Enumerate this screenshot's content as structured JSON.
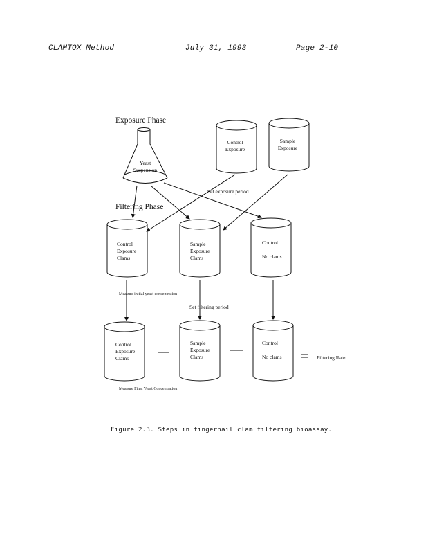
{
  "header": {
    "left": "CLAMTOX Method",
    "center": "July 31, 1993",
    "right": "Page 2-10"
  },
  "diagram": {
    "exposure_phase_label": "Exposure Phase",
    "filtering_phase_label": "Filtering Phase",
    "flask": [
      "Yeast",
      "Suspension"
    ],
    "top_containers": [
      [
        "Control",
        "Exposure"
      ],
      [
        "Sample",
        "Exposure"
      ]
    ],
    "middle_containers": [
      [
        "Control",
        "Exposure",
        "Clams"
      ],
      [
        "Sample",
        "Exposure",
        "Clams"
      ],
      [
        "Control",
        "No clams"
      ]
    ],
    "bottom_containers": [
      [
        "Control",
        "Exposure",
        "Clams"
      ],
      [
        "Sample",
        "Exposure",
        "Clams"
      ],
      [
        "Control",
        "No clams"
      ]
    ],
    "annotations": {
      "set_exposure": "Set exposure period",
      "measure_initial": "Measure initial yeast concentration",
      "set_filtering": "Set filtering period",
      "measure_final": "Measure Final Yeast Concentration",
      "filtering_rate": "Filtering Rate"
    }
  },
  "caption": "Figure 2.3.  Steps in fingernail clam filtering bioassay."
}
